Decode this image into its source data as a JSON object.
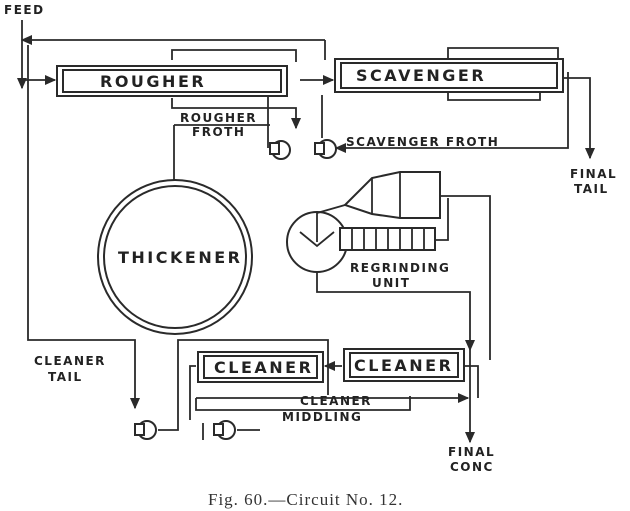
{
  "labels": {
    "feed": "FEED",
    "rougher": "ROUGHER",
    "scavenger": "SCAVENGER",
    "rougher_froth_1": "ROUGHER",
    "rougher_froth_2": "FROTH",
    "scavenger_froth": "SCAVENGER FROTH",
    "final_tail_1": "FINAL",
    "final_tail_2": "TAIL",
    "thickener": "THICKENER",
    "regrinding_1": "REGRINDING",
    "regrinding_2": "UNIT",
    "cleaner_tail_1": "CLEANER",
    "cleaner_tail_2": "TAIL",
    "cleaner_left": "CLEANER",
    "cleaner_right": "CLEANER",
    "cleaner_middling_1": "CLEANER",
    "cleaner_middling_2": "MIDDLING",
    "final_conc_1": "FINAL",
    "final_conc_2": "CONC"
  },
  "caption": "Fig. 60.—Circuit No. 12."
}
